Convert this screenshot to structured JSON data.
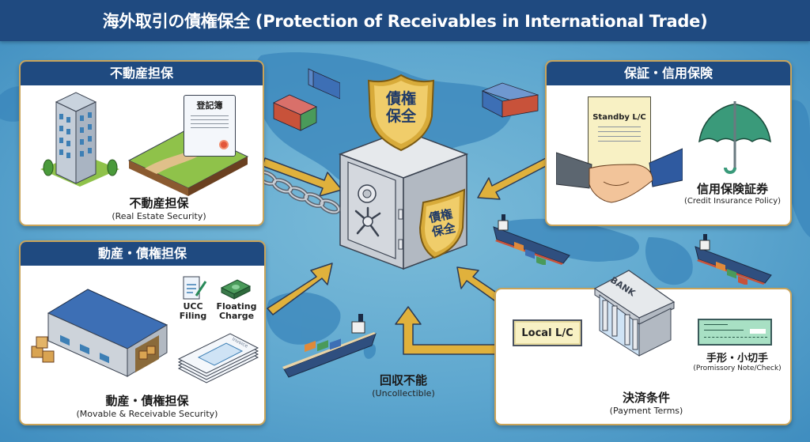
{
  "title": "海外取引の債権保全 (Protection of Receivables in International Trade)",
  "colors": {
    "header_navy": "#1f4a80",
    "ocean": "#5ea7cf",
    "land": "#3a86bb",
    "arrow_gold": "#e0b13c",
    "panel_border": "#c9a45a"
  },
  "center": {
    "shield_top_label_line1": "債権",
    "shield_top_label_line2": "保全",
    "shield_side_label_line1": "債権",
    "shield_side_label_line2": "保全",
    "icon": "safe-icon"
  },
  "panels": {
    "real_estate": {
      "header": "不動産担保",
      "document_label": "登記簿",
      "caption_jp": "不動産担保",
      "caption_en": "(Real Estate Security)"
    },
    "guarantee": {
      "header": "保証・信用保険",
      "document_label": "Standby L/C",
      "caption_jp": "信用保険証券",
      "caption_en": "(Credit Insurance Policy)"
    },
    "movable": {
      "header": "動産・債権担保",
      "ucc_label_line1": "UCC",
      "ucc_label_line2": "Filing",
      "floating_label_line1": "Floating",
      "floating_label_line2": "Charge",
      "invoice_label": "Invoice",
      "caption_jp": "動産・債権担保",
      "caption_en": "(Movable & Receivable Security)"
    },
    "payment": {
      "local_lc_label": "Local L/C",
      "bank_label": "BANK",
      "check_label_jp": "手形・小切手",
      "check_label_en": "(Promissory Note/Check)",
      "caption_jp": "決済条件",
      "caption_en": "(Payment Terms)"
    }
  },
  "uncollectible": {
    "label_jp": "回収不能",
    "label_en": "(Uncollectible)"
  }
}
